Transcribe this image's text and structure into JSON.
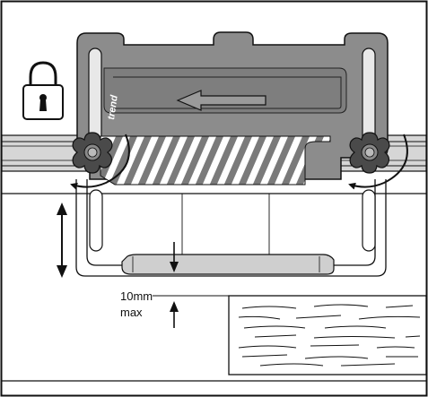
{
  "brand": "trend",
  "gap_label": {
    "line1": "10mm",
    "line2": "max"
  },
  "icons": {
    "lock": "padlock-icon",
    "knob": "star-knob-icon",
    "rotate": "curved-arrow-icon",
    "direction": "feed-direction-arrow-icon",
    "adjust": "double-arrow-icon",
    "wood": "wood-grain-icon"
  },
  "colors": {
    "plate": "#8c8c8c",
    "plate_dark": "#6e6e6e",
    "rail": "#d6d6d6",
    "knob": "#4a4a4a",
    "line": "#111111"
  }
}
